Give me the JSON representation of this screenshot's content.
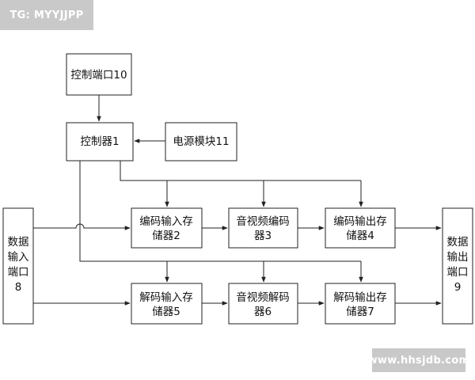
{
  "watermarks": {
    "top": "TG: MYYJJPP",
    "bottom": "www.hhsjdb.com"
  },
  "nodes": {
    "controller_port": [
      "控制端口10"
    ],
    "controller": [
      "控制器1"
    ],
    "power_module": [
      "电源模块11"
    ],
    "encode_input_memory": [
      "编码输入存",
      "储器2"
    ],
    "av_encoder": [
      "音视频编码",
      "器3"
    ],
    "encode_output_memory": [
      "编码输出存",
      "储器4"
    ],
    "decode_input_memory": [
      "解码输入存",
      "储器5"
    ],
    "av_decoder": [
      "音视频解码",
      "器6"
    ],
    "decode_output_memory": [
      "解码输出存",
      "储器7"
    ],
    "data_input_port": [
      "数据",
      "输入",
      "端口",
      "8"
    ],
    "data_output_port": [
      "数据",
      "输出",
      "端口",
      "9"
    ]
  }
}
